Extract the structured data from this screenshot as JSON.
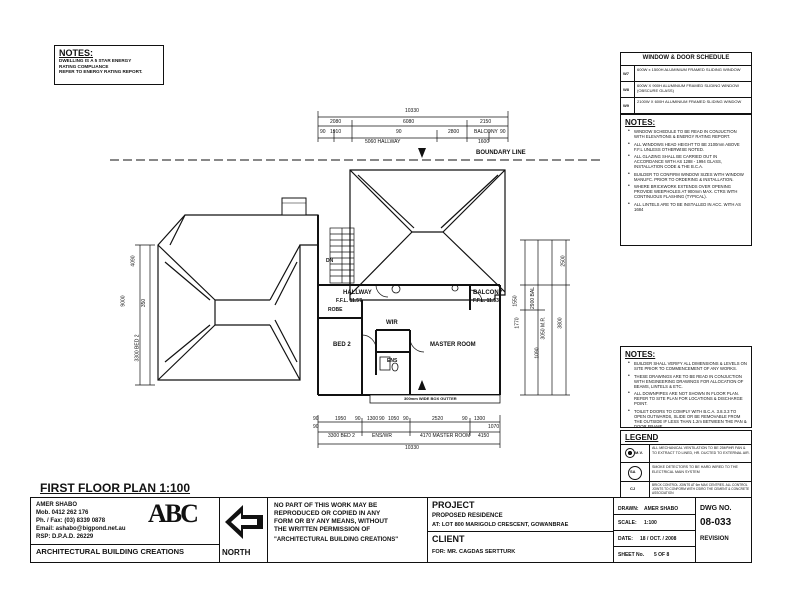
{
  "notes_box": {
    "title": "NOTES:",
    "lines": [
      "DWELLING IS A 5 STAR ENERGY",
      "RATING COMPLIANCE",
      "REFER TO ENERGY RATING REPORT."
    ]
  },
  "window_schedule": {
    "title": "WINDOW & DOOR SCHEDULE",
    "rows": [
      {
        "code": "W7",
        "desc": "600W x 1500H ALUMINIUM FRAMED SLIDING WINDOW"
      },
      {
        "code": "W8",
        "desc": "600W X 900H ALUMINIUM FRAMED SLIDING WINDOW (OBSCURE GLASS)"
      },
      {
        "code": "W9",
        "desc": "2100W X 600H ALUMINIUM FRAMED SLIDING WINDOW"
      }
    ]
  },
  "notes_right": {
    "title": "NOTES:",
    "items": [
      "WINDOW SCHEDULE TO BE READ IN CONJUCTION WITH ELEVATIONS & ENERGY RATING REPORT.",
      "ALL WINDOWS HEAD HEIGHT TO BE 2100mm ABOVE F.F.L UNLESS OTHERWISE NOTED.",
      "ALL GLAZING SHALL BE CARRIED OUT IN ACCORDANCE WITH AS 1288 - 1994 GLASS, INSTALLATION CODE & THE B.C.A.",
      "BUILDER TO CONFIRM WINDOW SIZES WITH WINDOW MANUFC. PRIOR TO ORDERING & INSTALLATION.",
      "WHERE BRICKWORK EXTENDS OVER OPENING PROVIDE WEEPHOLES AT 900mm MAX. CTRS WITH CONTINUOUS FLASHING (TYPICAL).",
      "ALL LINTELS ARE TO BE INSTALLED IN ACC. WITH AS 1684"
    ]
  },
  "notes_lower": {
    "title": "NOTES:",
    "items": [
      "BUILDER SHALL VERIFY ALL DIMENSIONS & LEVELS ON SITE PRIOR TO COMMENCEMENT OF ANY WORKS.",
      "THESE DRAWINGS ARE TO BE READ IN CONJUCTION WITH ENGINEERING DRAWINGS FOR ALLOCATION OF BEAMS, LINTELS & ETC.",
      "ALL DOWNPIPES ARE NOT SHOWN IN FLOOR PLAN. REFER TO SITE PLAN FOR LOCATIONS & DISCHARGE POINT.",
      "TOILET DOORS TO COMPLY WITH B.C.A. 3.8.3.3 TO OPEN OUTWARDS, SLIDE OR BE REMOVABLE FROM THE OUTSIDE IF LESS THAN 1.2m BETWEEN THE PAN & DOOR FRAME."
    ]
  },
  "legend": {
    "title": "LEGEND",
    "items": [
      {
        "symbol": "M.V.",
        "text": "ALL MECHANICAL VENTILATION TO BE 25M³/HR FAN & TO EXTRACT TO LINED, HR. DUCTED TO EXTERNAL AIR."
      },
      {
        "symbol": "SA",
        "text": "SMOKE DETECTORS TO BE HARD WIRED TO THE ELECTRICAL MAIN SYSTEM"
      },
      {
        "symbol": "CJ",
        "text": "BRICK CONTROL JOINTS AT 6m MAX CENTRES. ALL CONTROL JOINTS TO CONFORM WITH CSIRO THE CEMENT & CONCRETE ASSOCIATION"
      }
    ]
  },
  "plan": {
    "title": "FIRST FLOOR PLAN 1:100",
    "boundary_label": "BOUNDARY LINE",
    "rooms": {
      "hallway": "HALLWAY",
      "hallway_ffl": "F.F.L. 11.57",
      "balcony": "BALCONY",
      "balcony_ffl": "F.F.L. 11.53",
      "robe": "ROBE",
      "wir": "WIR",
      "bed2": "BED 2",
      "master": "MASTER ROOM",
      "ens": "ENS",
      "dn": "DN",
      "gutter": "300mm WIDE BOX GUTTER"
    },
    "top_dims": {
      "overall": "10330",
      "row1": [
        "2080",
        "6080",
        "2150"
      ],
      "row2": [
        "1910",
        "5060 HALLWAY",
        "2800",
        "1600",
        "BALCONY"
      ],
      "row2b": [
        "90",
        "90",
        "90"
      ]
    },
    "bottom_dims": {
      "row1": [
        "1950",
        "90",
        "1300",
        "90",
        "1050",
        "90",
        "2520",
        "90",
        "1300",
        "1070"
      ],
      "row2": [
        "3300 BED 2",
        "ENS/WR",
        "4170 MASTER ROOM"
      ],
      "overall": "10330",
      "side": [
        "90",
        "90",
        "4150"
      ]
    },
    "left_dims": [
      "4090",
      "9000",
      "350",
      "3300 BED 2"
    ],
    "right_dims": [
      "2500",
      "1770",
      "2900 BAL",
      "3050 M.R.",
      "3800",
      "1090",
      "1550"
    ]
  },
  "title_block": {
    "designer_name": "AMER SHABO",
    "mob": "Mob. 0412 262 176",
    "ph": "Ph. / Fax: (03) 8339 0878",
    "email": "Email: ashabo@bigpond.net.au",
    "rsp": "RSP: D.P.A.D. 26229",
    "company": "ARCHITECTURAL BUILDING CREATIONS",
    "logo": "ABC",
    "north": "NORTH",
    "copyright": "NO PART OF THIS WORK MAY BE REPRODUCED OR COPIED IN ANY FORM OR BY ANY MEANS, WITHOUT THE WRITTEN PERMISSION OF",
    "copyright_company": "\"ARCHITECTURAL BUILDING CREATIONS\"",
    "project_label": "PROJECT",
    "project_desc": "PROPOSED RESIDENCE",
    "project_addr": "AT: LOT 800 MARIGOLD CRESCENT, GOWANBRAE",
    "client_label": "CLIENT",
    "client_name": "FOR: MR. CAGDAS SERTTURK",
    "drawn_label": "DRAWN:",
    "drawn_val": "AMER SHABO",
    "scale_label": "SCALE:",
    "scale_val": "1:100",
    "date_label": "DATE:",
    "date_val": "18 / OCT. / 2008",
    "sheet_label": "SHEET No.",
    "sheet_val": "5 OF 8",
    "dwg_label": "DWG NO.",
    "dwg_val": "08-033",
    "revision_label": "REVISION"
  }
}
